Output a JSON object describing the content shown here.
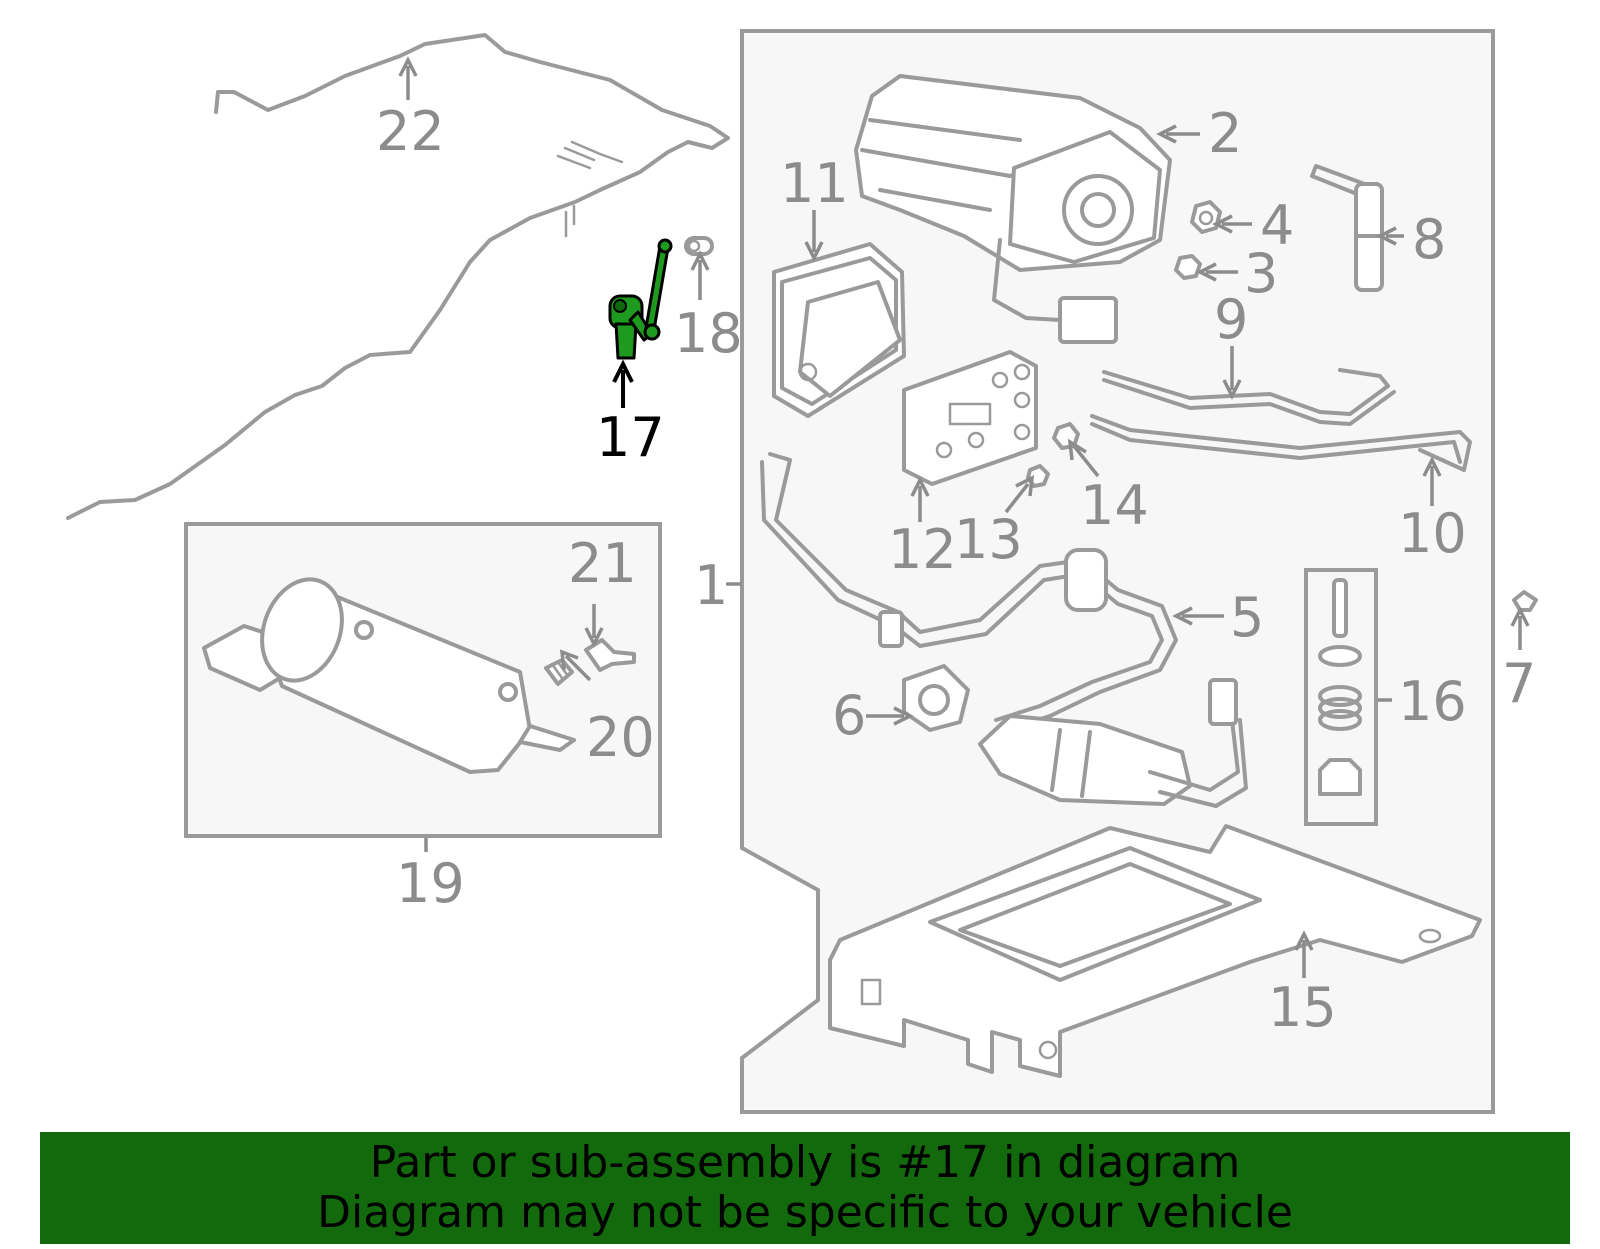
{
  "diagram": {
    "highlighted_callout": "17",
    "callouts": [
      {
        "id": "1",
        "label": "1"
      },
      {
        "id": "2",
        "label": "2"
      },
      {
        "id": "3",
        "label": "3"
      },
      {
        "id": "4",
        "label": "4"
      },
      {
        "id": "5",
        "label": "5"
      },
      {
        "id": "6",
        "label": "6"
      },
      {
        "id": "7",
        "label": "7"
      },
      {
        "id": "8",
        "label": "8"
      },
      {
        "id": "9",
        "label": "9"
      },
      {
        "id": "10",
        "label": "10"
      },
      {
        "id": "11",
        "label": "11"
      },
      {
        "id": "12",
        "label": "12"
      },
      {
        "id": "13",
        "label": "13"
      },
      {
        "id": "14",
        "label": "14"
      },
      {
        "id": "15",
        "label": "15"
      },
      {
        "id": "16",
        "label": "16"
      },
      {
        "id": "17",
        "label": "17"
      },
      {
        "id": "18",
        "label": "18"
      },
      {
        "id": "19",
        "label": "19"
      },
      {
        "id": "20",
        "label": "20"
      },
      {
        "id": "21",
        "label": "21"
      },
      {
        "id": "22",
        "label": "22"
      }
    ],
    "colors": {
      "line": "#9a9a9a",
      "label": "#8c8c8c",
      "highlight_part": "#1e9a1e",
      "highlight_label": "#000000",
      "panel_fill": "#f7f7f7"
    }
  },
  "banner": {
    "line1": "Part or sub-assembly is #17 in diagram",
    "line2": "Diagram may not be specific to your vehicle",
    "background": "#126a0c"
  }
}
